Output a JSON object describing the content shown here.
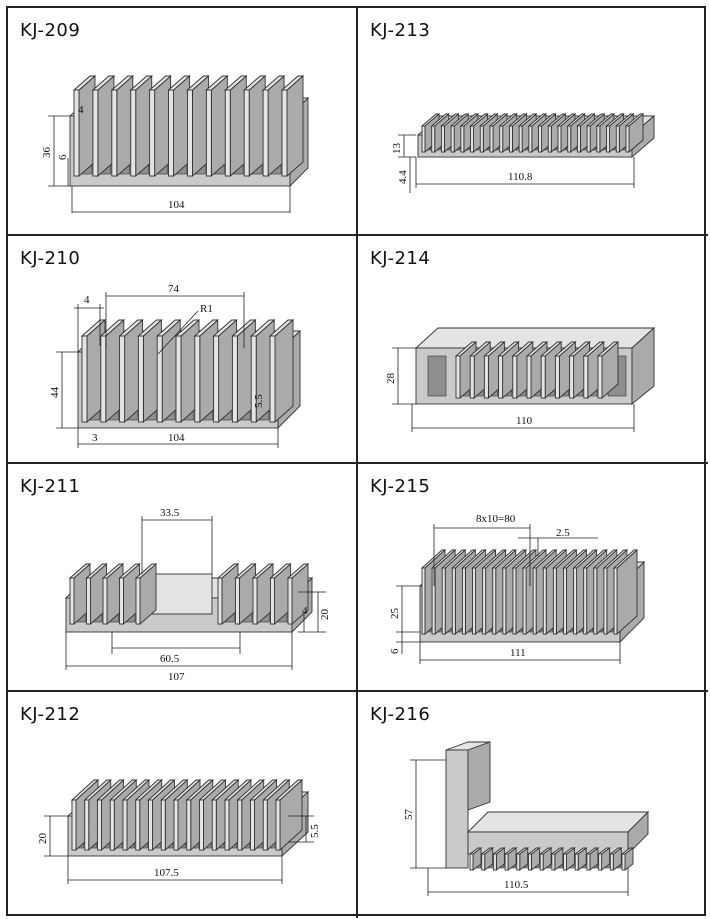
{
  "panels": [
    {
      "code": "KJ-209",
      "dims": [
        "36",
        "6",
        "4",
        "104"
      ]
    },
    {
      "code": "KJ-213",
      "dims": [
        "13",
        "4.4",
        "110.8"
      ]
    },
    {
      "code": "KJ-210",
      "dims": [
        "4",
        "74",
        "R1",
        "44",
        "5.5",
        "3",
        "104"
      ]
    },
    {
      "code": "KJ-214",
      "dims": [
        "28",
        "110"
      ]
    },
    {
      "code": "KJ-211",
      "dims": [
        "33.5",
        "20",
        "4",
        "60.5",
        "107"
      ]
    },
    {
      "code": "KJ-215",
      "dims": [
        "8x10=80",
        "2.5",
        "25",
        "6",
        "111"
      ]
    },
    {
      "code": "KJ-212",
      "dims": [
        "20",
        "5.5",
        "107.5"
      ]
    },
    {
      "code": "KJ-216",
      "dims": [
        "57",
        "110.5"
      ]
    }
  ]
}
